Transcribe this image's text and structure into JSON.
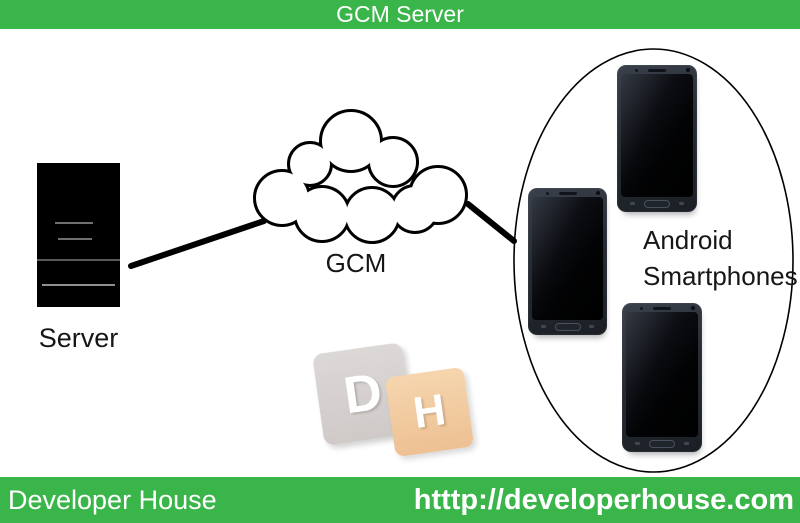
{
  "header": {
    "title": "GCM Server"
  },
  "footer": {
    "left_label": "Developer House",
    "right_label": "htttp://developerhouse.com"
  },
  "diagram": {
    "server_label": "Server",
    "cloud_label": "GCM",
    "group_label_line1": "Android",
    "group_label_line2": "Smartphones",
    "icons": {
      "server": "server-icon",
      "cloud": "cloud-icon",
      "smartphones": "smartphone-icon",
      "group": "ellipse-outline"
    }
  },
  "logo": {
    "letter_d": "D",
    "letter_h": "H"
  },
  "colors": {
    "green": "#3ab54a",
    "text_dark": "#161616",
    "line_black": "#000000",
    "logo_gray": "#d5d1cf",
    "logo_tan": "#f2cba1",
    "phone_body": "#2a3039"
  }
}
